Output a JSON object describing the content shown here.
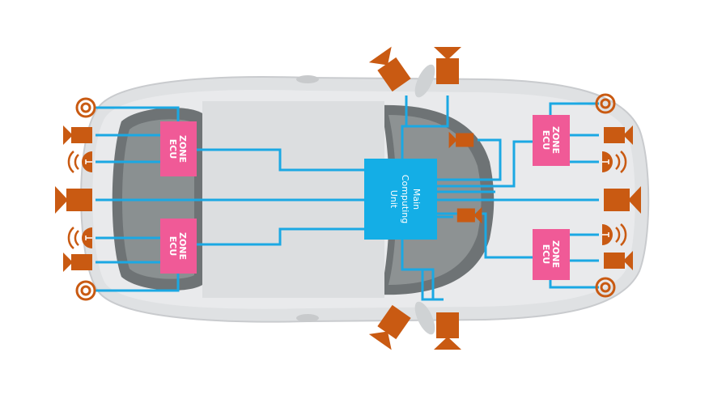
{
  "diagram": {
    "title": "Zonal vehicle E/E architecture",
    "main_unit": {
      "lines": [
        "Main",
        "Computing",
        "Unit"
      ]
    },
    "zone_ecus": [
      {
        "id": "rear-left",
        "lines": [
          "ZONE",
          "ECU"
        ]
      },
      {
        "id": "rear-right",
        "lines": [
          "ZONE",
          "ECU"
        ]
      },
      {
        "id": "front-left",
        "lines": [
          "ZONE",
          "ECU"
        ]
      },
      {
        "id": "front-right",
        "lines": [
          "ZONE",
          "ECU"
        ]
      }
    ],
    "device_types": {
      "ultrasonic": "ultrasonic-sensor-icon",
      "camera": "camera-icon",
      "radar": "radar-icon"
    },
    "colors": {
      "wire": "#1ba8e3",
      "main_unit": "#14aee6",
      "zone_ecu": "#f05a97",
      "device": "#c95a12",
      "car_body": "#dfe1e3"
    }
  }
}
